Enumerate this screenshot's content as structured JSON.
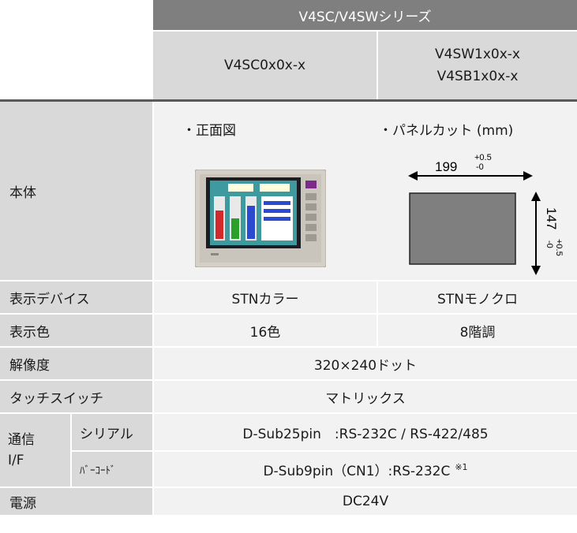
{
  "header": {
    "series": "V4SC/V4SWシリーズ",
    "model_a": "V4SC0x0x-x",
    "model_b_line1": "V4SW1x0x-x",
    "model_b_line2": "V4SB1x0x-x"
  },
  "body_row": {
    "label": "本体",
    "front_caption": "・正面図",
    "panelcut_caption": "・パネルカット (mm)",
    "width": "199",
    "width_tol_plus": "+0.5",
    "width_tol_minus": "-0",
    "height": "147",
    "height_tol_plus": "+0.5",
    "height_tol_minus": "-0"
  },
  "rows": {
    "display_device": {
      "label": "表示デバイス",
      "a": "STNカラー",
      "b": "STNモノクロ"
    },
    "display_color": {
      "label": "表示色",
      "a": "16色",
      "b": "8階調"
    },
    "resolution": {
      "label": "解像度",
      "value": "320×240ドット"
    },
    "touch_switch": {
      "label": "タッチスイッチ",
      "value": "マトリックス"
    },
    "comm": {
      "label_line1": "通信",
      "label_line2": "I/F",
      "serial_label": "シリアル",
      "serial_value": "D-Sub25pin　:RS-232C / RS-422/485",
      "barcode_label": "ﾊﾞｰｺｰﾄﾞ",
      "barcode_value": "D-Sub9pin（CN1）:RS-232C",
      "barcode_note": "※1"
    },
    "power": {
      "label": "電源",
      "value": "DC24V"
    }
  },
  "colors": {
    "series_header_bg": "#7f7f7f",
    "label_bg": "#d9d9d9",
    "value_bg": "#f2f2f2",
    "divider": "#595959"
  }
}
